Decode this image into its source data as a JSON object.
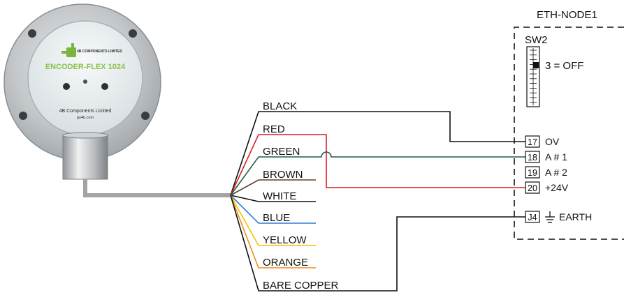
{
  "node": {
    "title": "ETH-NODE1",
    "switch_label": "SW2",
    "switch_setting": "3 = OFF"
  },
  "encoder": {
    "brand": "4B COMPONENTS LIMITED",
    "model": "ENCODER-FLEX 1024",
    "maker": "4B Components Limited",
    "url": "go4b.com"
  },
  "wires": [
    {
      "label": "BLACK",
      "color": "#111111"
    },
    {
      "label": "RED",
      "color": "#d81f26"
    },
    {
      "label": "GREEN",
      "color": "#1f5e45"
    },
    {
      "label": "BROWN",
      "color": "#5a3e27"
    },
    {
      "label": "WHITE",
      "color": "#111111"
    },
    {
      "label": "BLUE",
      "color": "#2f7fd0"
    },
    {
      "label": "YELLOW",
      "color": "#f2c200"
    },
    {
      "label": "ORANGE",
      "color": "#f28c1b"
    },
    {
      "label": "BARE COPPER",
      "color": "#111111"
    }
  ],
  "terminals": [
    {
      "number": "17",
      "label": "OV"
    },
    {
      "number": "18",
      "label": "A # 1"
    },
    {
      "number": "19",
      "label": "A # 2"
    },
    {
      "number": "20",
      "label": "+24V"
    },
    {
      "number": "J4",
      "label": "EARTH"
    }
  ],
  "colors": {
    "cable": "#a4a4a4",
    "flange": "#c9ccce",
    "face": "#e9eef0",
    "logo_green": "#7ab53d",
    "line": "#111111"
  }
}
